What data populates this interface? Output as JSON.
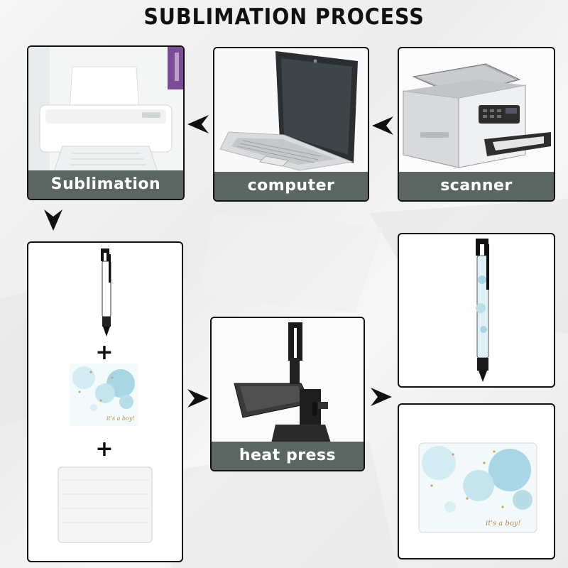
{
  "title": "SUBLIMATION PROCESS",
  "steps": {
    "printer": "Sublimation printer",
    "computer": "computer",
    "scanner": "scanner",
    "heat_press": "heat press  machine"
  },
  "symbols": {
    "plus": "+"
  },
  "colors": {
    "band": "#5b6663",
    "border": "#111111",
    "pen_accent": "#9fd3e0",
    "art_blue": "#a9d6e5"
  },
  "art_text": "it's a boy!"
}
